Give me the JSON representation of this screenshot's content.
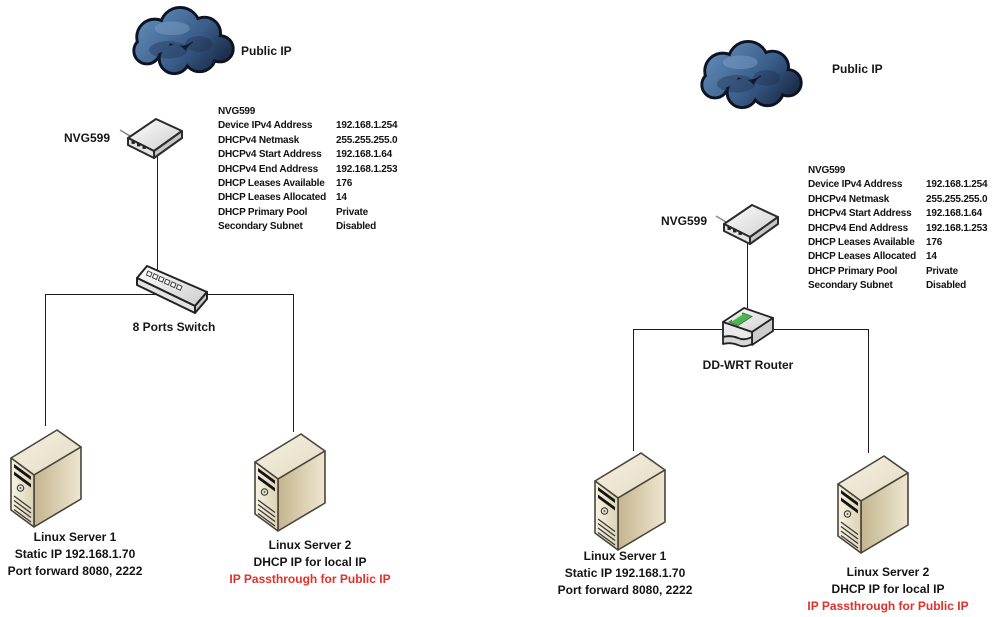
{
  "colors": {
    "background": "#ffffff",
    "text": "#161616",
    "highlight_red": "#e2302a",
    "cloud_fill_light": "#5f87b4",
    "cloud_fill_dark": "#16263f",
    "server_body": "#e9e0c6",
    "router_green": "#52b356"
  },
  "diagram_left": {
    "cloud_label": "Public IP",
    "modem_name": "NVG599",
    "info": {
      "title": "NVG599",
      "rows": [
        {
          "label": "Device IPv4 Address",
          "value": "192.168.1.254"
        },
        {
          "label": "DHCPv4 Netmask",
          "value": "255.255.255.0"
        },
        {
          "label": "DHCPv4 Start Address",
          "value": "192.168.1.64"
        },
        {
          "label": "DHCPv4 End Address",
          "value": "192.168.1.253"
        },
        {
          "label": "DHCP Leases Available",
          "value": "176"
        },
        {
          "label": "DHCP Leases Allocated",
          "value": "14"
        },
        {
          "label": "DHCP Primary Pool",
          "value": "Private"
        },
        {
          "label": "Secondary Subnet",
          "value": "Disabled"
        }
      ]
    },
    "hub_label": "8 Ports Switch",
    "server1_lines": [
      "Linux Server 1",
      "Static IP 192.168.1.70",
      "Port forward 8080, 2222"
    ],
    "server2_lines": [
      "Linux Server 2",
      "DHCP IP for local IP"
    ],
    "server2_highlight": "IP Passthrough for Public IP"
  },
  "diagram_right": {
    "cloud_label": "Public IP",
    "modem_name": "NVG599",
    "info": {
      "title": "NVG599",
      "rows": [
        {
          "label": "Device IPv4 Address",
          "value": "192.168.1.254"
        },
        {
          "label": "DHCPv4 Netmask",
          "value": "255.255.255.0"
        },
        {
          "label": "DHCPv4 Start Address",
          "value": "192.168.1.64"
        },
        {
          "label": "DHCPv4 End Address",
          "value": "192.168.1.253"
        },
        {
          "label": "DHCP Leases Available",
          "value": "176"
        },
        {
          "label": "DHCP Leases Allocated",
          "value": "14"
        },
        {
          "label": "DHCP Primary Pool",
          "value": "Private"
        },
        {
          "label": "Secondary Subnet",
          "value": "Disabled"
        }
      ]
    },
    "hub_label": "DD-WRT Router",
    "server1_lines": [
      "Linux Server 1",
      "Static IP 192.168.1.70",
      "Port forward 8080, 2222"
    ],
    "server2_lines": [
      "Linux Server 2",
      "DHCP IP for local IP"
    ],
    "server2_highlight": "IP Passthrough for Public IP"
  }
}
